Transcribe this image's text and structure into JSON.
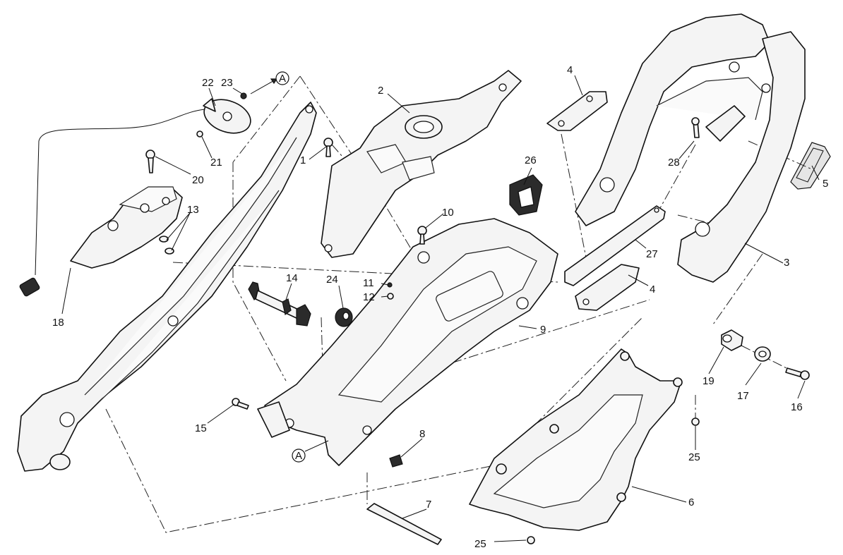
{
  "labels": {
    "l1": "1",
    "l2": "2",
    "l3": "3",
    "l4a": "4",
    "l4b": "4",
    "l5": "5",
    "l6": "6",
    "l7": "7",
    "l8": "8",
    "l9": "9",
    "l10": "10",
    "l11": "11",
    "l12": "12",
    "l13": "13",
    "l14": "14",
    "l15": "15",
    "l16": "16",
    "l17": "17",
    "l18": "18",
    "l19": "19",
    "l20": "20",
    "l21": "21",
    "l22": "22",
    "l23": "23",
    "l24": "24",
    "l25a": "25",
    "l25b": "25",
    "l26": "26",
    "l27": "27",
    "l28": "28"
  },
  "refs": {
    "a_top": "A",
    "a_bottom": "A"
  }
}
